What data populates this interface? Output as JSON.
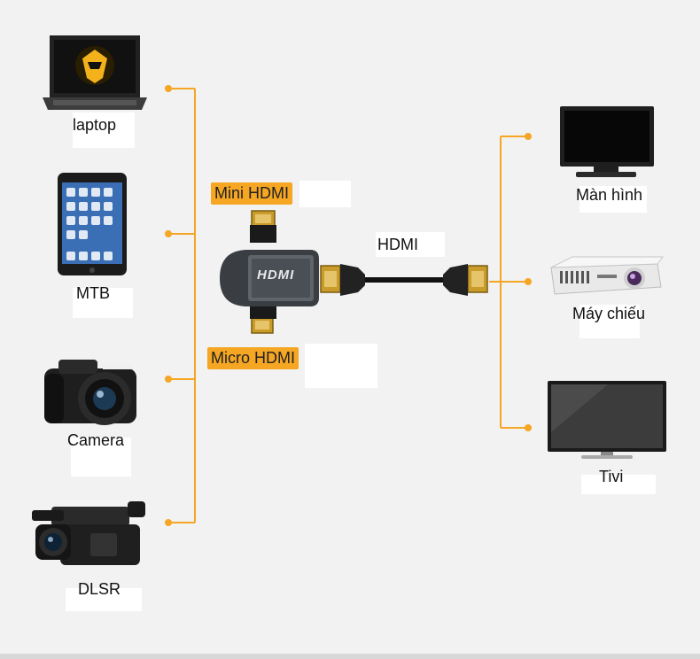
{
  "colors": {
    "connector": "#f5a623",
    "background": "#f2f2f2"
  },
  "left_devices": [
    {
      "label": "laptop",
      "icon": "laptop-icon"
    },
    {
      "label": "MTB",
      "icon": "tablet-icon"
    },
    {
      "label": "Camera",
      "icon": "camera-icon"
    },
    {
      "label": "DLSR",
      "icon": "camcorder-icon"
    }
  ],
  "adapter": {
    "top_label": "Mini HDMI",
    "bottom_label": "Micro HDMI",
    "body_text": "HDMI"
  },
  "cable": {
    "label": "HDMI"
  },
  "right_devices": [
    {
      "label": "Màn hình",
      "icon": "monitor-icon"
    },
    {
      "label": "Máy chiếu",
      "icon": "projector-icon"
    },
    {
      "label": "Tivi",
      "icon": "tv-icon"
    }
  ]
}
